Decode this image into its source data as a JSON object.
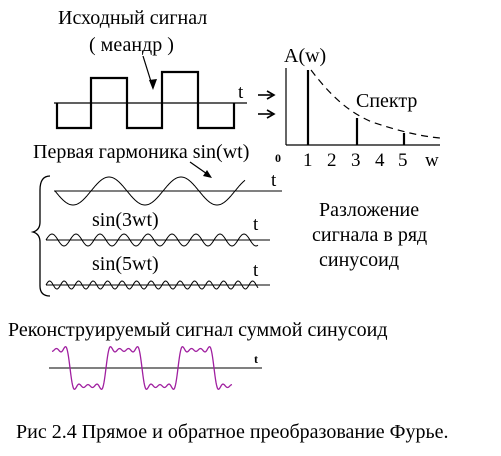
{
  "labels": {
    "source_signal": "Исходный сигнал",
    "meander": "( меандр )",
    "spectrum_axis": "A(w)",
    "spectrum": "Спектр",
    "first_harmonic": "Первая гармоника sin(wt)",
    "harmonic_3": "sin(3wt)",
    "harmonic_5": "sin(5wt)",
    "decomposition_1": "Разложение",
    "decomposition_2": "сигнала в ряд",
    "decomposition_3": "синусоид",
    "reconstructed": "Реконструируемый сигнал суммой синусоид",
    "caption": "Рис 2.4  Прямое и обратное преобразование  Фурье."
  },
  "axes": {
    "t": "t",
    "w": "w",
    "zero": "0",
    "ticks": [
      "1",
      "2",
      "3",
      "4",
      "5"
    ]
  },
  "spectrum": {
    "harmonics": [
      1,
      3,
      5
    ],
    "amplitudes": [
      1,
      0.333,
      0.2
    ]
  },
  "colors": {
    "ink": "#000000",
    "reconstruction": "#a020a0"
  }
}
